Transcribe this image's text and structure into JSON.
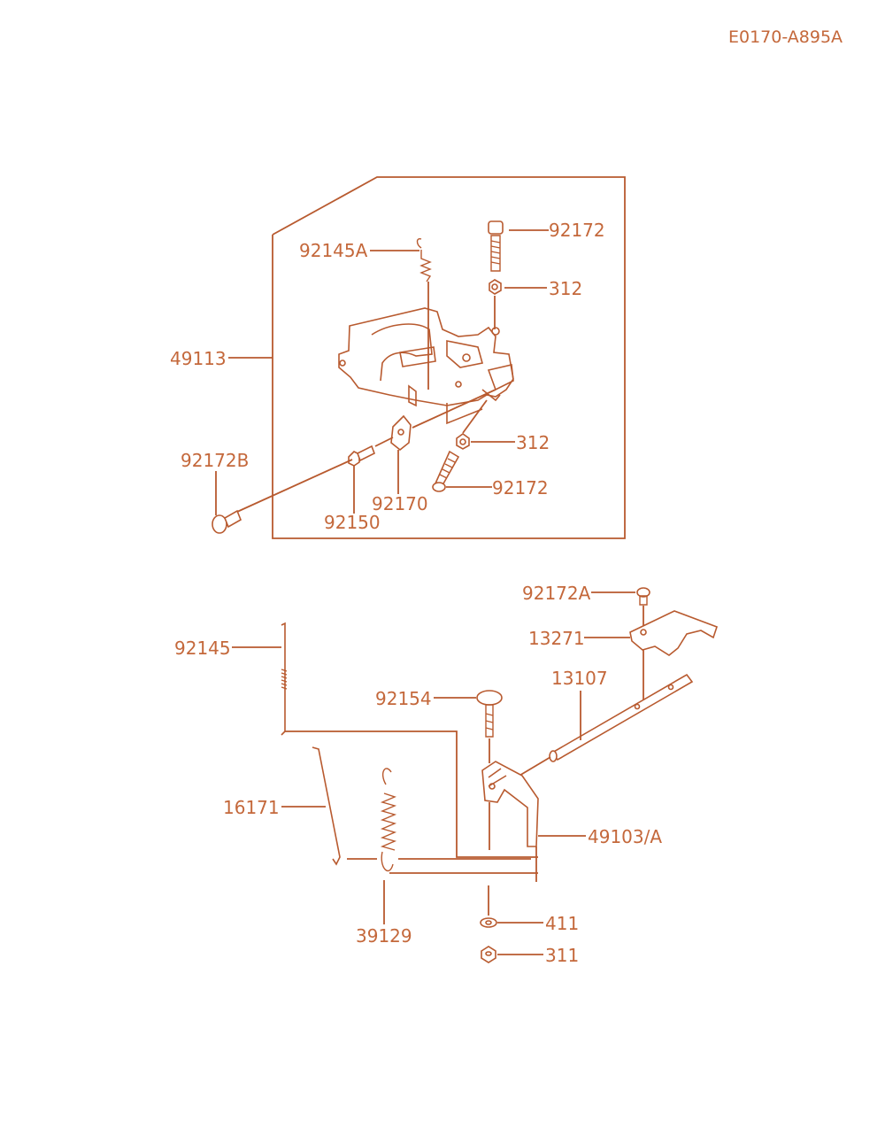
{
  "diagram_ref": "E0170-A895A",
  "accent_color": "#c4683b",
  "labels": {
    "p92172_top": "92172",
    "p92145A": "92145A",
    "p312_top": "312",
    "p49113": "49113",
    "p312_mid": "312",
    "p92172B": "92172B",
    "p92172_low": "92172",
    "p92170": "92170",
    "p92150": "92150",
    "p92172A": "92172A",
    "p13271": "13271",
    "p92145": "92145",
    "p13107": "13107",
    "p92154": "92154",
    "p16171": "16171",
    "p49103A": "49103/A",
    "p39129": "39129",
    "p411": "411",
    "p311": "311"
  }
}
